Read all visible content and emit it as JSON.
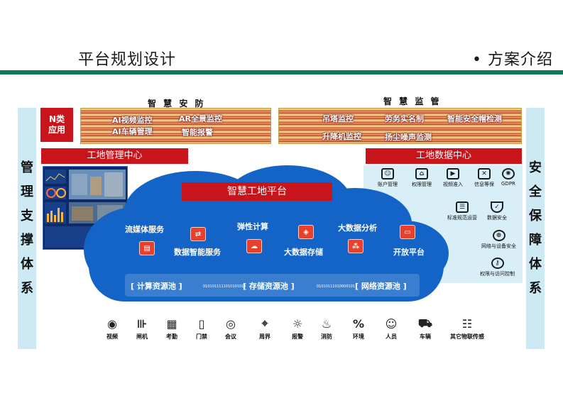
{
  "header": {
    "title": "平台规划设计",
    "section": "• 方案介绍",
    "bar_color": "#0e7a55"
  },
  "left_pillar": [
    "管",
    "理",
    "支",
    "撑",
    "体",
    "系"
  ],
  "right_pillar": [
    "安",
    "全",
    "保",
    "障",
    "体",
    "系"
  ],
  "groups": {
    "anfang": {
      "title": "智 慧 安 防",
      "items": [
        "AI视频监控",
        "AR全景监控",
        "AI车辆管理",
        "智能报警"
      ]
    },
    "jianguan": {
      "title": "智 慧 监 管",
      "items": [
        "吊塔监控",
        "劳务实名制",
        "智能安全帽检测",
        "升降机监控",
        "扬尘噪声监测"
      ]
    }
  },
  "n_app": [
    "N类",
    "应用"
  ],
  "mgmt_center": "工地管理中心",
  "data_center": "工地数据中心",
  "platform": {
    "title": "智慧工地平台",
    "services": [
      {
        "label": "流媒体服务",
        "icon": "media-server-icon"
      },
      {
        "label": "数据智能服务",
        "icon": "data-intelligence-icon"
      },
      {
        "label": "弹性计算",
        "icon": "cloud-compute-icon"
      },
      {
        "label": "大数据存储",
        "icon": "storage-icon"
      },
      {
        "label": "大数据分析",
        "icon": "analytics-icon"
      },
      {
        "label": "开放平台",
        "icon": "open-platform-icon"
      }
    ],
    "pools": [
      "[ 计算资源池 ]",
      "[ 存储资源池 ]",
      "[ 网络资源池 ]"
    ],
    "bits": [
      "0101011111010101010",
      "01010111010000101"
    ]
  },
  "security_services": [
    {
      "label": "账户管理",
      "icon": "account-icon"
    },
    {
      "label": "权限管理",
      "icon": "permission-lock-icon"
    },
    {
      "label": "视频准入",
      "icon": "video-access-icon"
    },
    {
      "label": "信息等保",
      "icon": "info-protection-icon"
    },
    {
      "label": "GDPR",
      "icon": "gdpr-shield-icon"
    },
    {
      "label": "标准规范运营",
      "icon": "standards-icon"
    },
    {
      "label": "数据安全",
      "icon": "data-security-icon"
    },
    {
      "label": "网络与设备安全",
      "icon": "network-security-icon"
    },
    {
      "label": "权限与访问控制",
      "icon": "access-control-icon"
    }
  ],
  "devices": [
    {
      "label": "视频",
      "icon": "camera-icon",
      "glyph": "◉"
    },
    {
      "label": "闸机",
      "icon": "turnstile-icon",
      "glyph": "⊪"
    },
    {
      "label": "考勤",
      "icon": "attendance-icon",
      "glyph": "▦"
    },
    {
      "label": "门禁",
      "icon": "door-icon",
      "glyph": "▯"
    },
    {
      "label": "会议",
      "icon": "meeting-icon",
      "glyph": "◎"
    },
    {
      "label": "周界",
      "icon": "perimeter-icon",
      "glyph": "⌖"
    },
    {
      "label": "报警",
      "icon": "alarm-icon",
      "glyph": "☼"
    },
    {
      "label": "消防",
      "icon": "fire-extinguisher-icon",
      "glyph": "♨"
    },
    {
      "label": "环境",
      "icon": "environment-icon",
      "glyph": "%"
    },
    {
      "label": "人员",
      "icon": "person-icon",
      "glyph": "☺"
    },
    {
      "label": "车辆",
      "icon": "vehicle-icon",
      "glyph": "⛟"
    },
    {
      "label": "其它物联传感",
      "icon": "iot-sensor-icon",
      "glyph": "☷"
    }
  ],
  "colors": {
    "red": "#c8151b",
    "cloud_blue": "#1464c8",
    "panel_blue": "#cde9f4"
  }
}
